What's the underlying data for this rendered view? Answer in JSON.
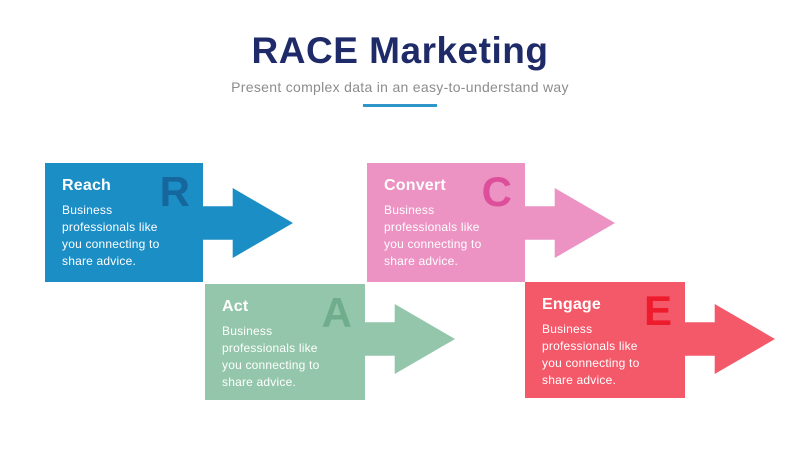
{
  "header": {
    "title": "RACE Marketing",
    "subtitle": "Present complex data in an easy-to-understand way"
  },
  "colors": {
    "background": "#FFFFFF",
    "title": "#1F2B68",
    "subtitle": "#8C8C8C",
    "underline": "#2E96C8"
  },
  "stages": [
    {
      "title": "Reach",
      "letter": "R",
      "body": "Business professionals like you connecting to share advice.",
      "box_color": "#1C8EC6",
      "letter_color": "#15679E"
    },
    {
      "title": "Convert",
      "letter": "C",
      "body": "Business professionals like you connecting to share advice.",
      "box_color": "#EC93C3",
      "letter_color": "#DE4F9B"
    },
    {
      "title": "Act",
      "letter": "A",
      "body": "Business professionals like you connecting to share advice.",
      "box_color": "#93C6AA",
      "letter_color": "#6FAD8C"
    },
    {
      "title": "Engage",
      "letter": "E",
      "body": "Business professionals like you connecting to share advice.",
      "box_color": "#F4596A",
      "letter_color": "#EE1B2D"
    }
  ]
}
